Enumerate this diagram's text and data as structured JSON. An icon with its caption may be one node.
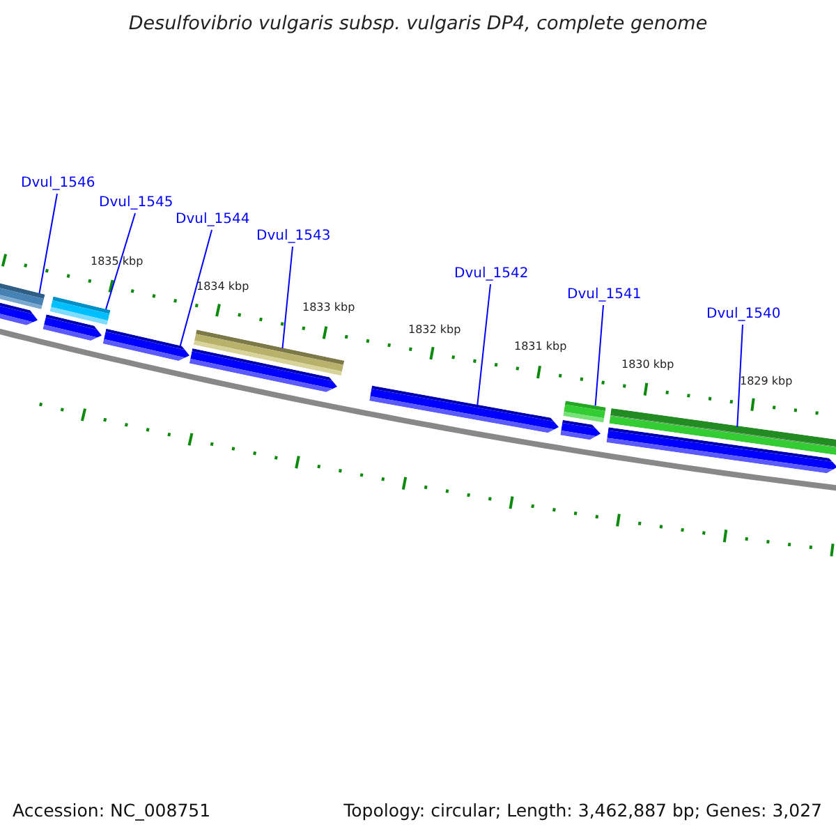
{
  "diagram": {
    "title": "Desulfovibrio vulgaris subsp. vulgaris DP4, complete genome",
    "nodes": [
      {
        "text": [
          "Dvul_1546"
        ]
      },
      {
        "text": [
          "Dvul_1545"
        ]
      },
      {
        "text": [
          "Dvul_1544"
        ]
      },
      {
        "text": [
          "Dvul_1543"
        ]
      },
      {
        "text": [
          "Dvul_1542"
        ]
      },
      {
        "text": [
          "Dvul_1541"
        ]
      },
      {
        "text": [
          "Dvul_1540"
        ]
      },
      {
        "text": [],
        "shape": "bar"
      },
      {
        "text": [],
        "shape": "bar"
      },
      {
        "text": [],
        "shape": "bar"
      },
      {
        "text": [],
        "shape": "bar"
      },
      {
        "text": [],
        "shape": "bar"
      },
      {
        "text": [],
        "shape": "bar"
      },
      {
        "text": [],
        "shape": "bar"
      },
      {
        "text": [],
        "shape": "bar"
      },
      {
        "text": [],
        "shape": "bar"
      },
      {
        "text": [],
        "shape": "bar"
      },
      {
        "text": [],
        "shape": "bar"
      },
      {
        "text": [],
        "shape": "bar"
      }
    ],
    "edges": [
      {
        "from": 0,
        "to": 7,
        "arrow": "none"
      },
      {
        "from": 1,
        "to": 8,
        "arrow": "none"
      },
      {
        "from": 2,
        "to": 14,
        "arrow": "none"
      },
      {
        "from": 3,
        "to": 9,
        "arrow": "none"
      },
      {
        "from": 4,
        "to": 16,
        "arrow": "none"
      },
      {
        "from": 5,
        "to": 10,
        "arrow": "none"
      },
      {
        "from": 6,
        "to": 11,
        "arrow": "none"
      }
    ],
    "labels": [
      "1835 kbp",
      "1834 kbp",
      "1833 kbp",
      "1832 kbp",
      "1831 kbp",
      "1830 kbp",
      "1829 kbp",
      "Accession: NC_008751",
      "Topology: circular; Length: 3,462,887 bp; Genes: 3,027"
    ]
  }
}
